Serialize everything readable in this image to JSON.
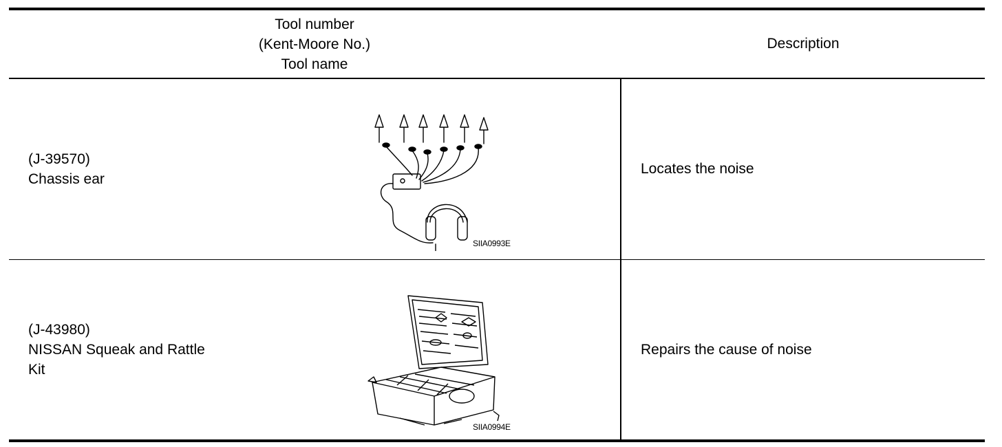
{
  "header": {
    "col1_line1": "Tool number",
    "col1_line2": "(Kent-Moore No.)",
    "col1_line3": "Tool name",
    "col2": "Description"
  },
  "rows": [
    {
      "number": "(J-39570)",
      "name_lines": [
        "Chassis ear"
      ],
      "image_code": "SIIA0993E",
      "image_icon": "chassis-ear-illustration",
      "description": "Locates the noise"
    },
    {
      "number": "(J-43980)",
      "name_lines": [
        "NISSAN Squeak and Rattle",
        "Kit"
      ],
      "image_code": "SIIA0994E",
      "image_icon": "squeak-rattle-kit-illustration",
      "description": "Repairs the cause of noise"
    }
  ]
}
